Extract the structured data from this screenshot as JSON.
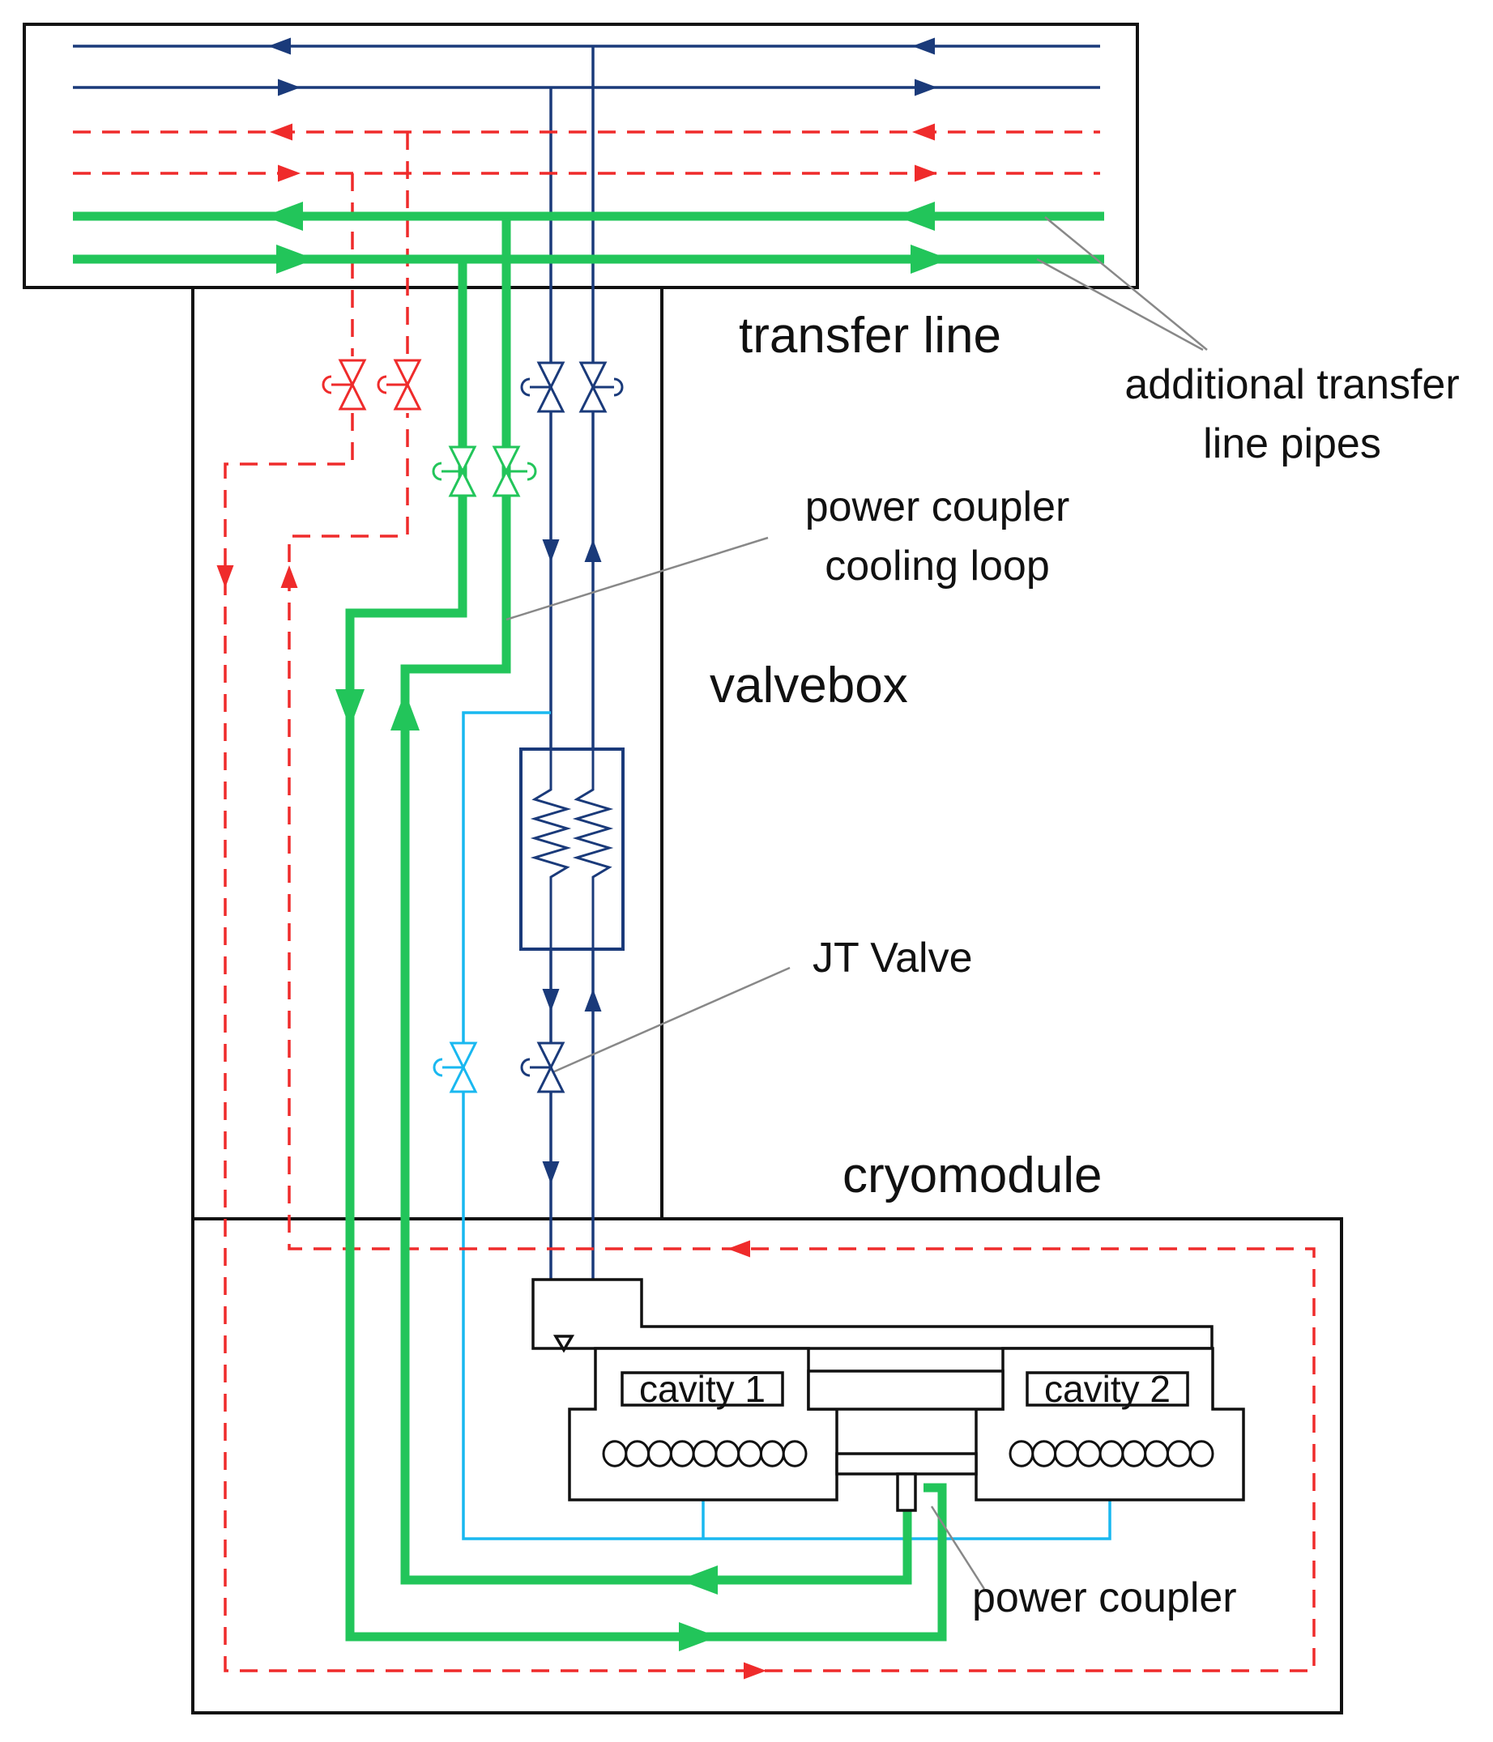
{
  "colors": {
    "dark_blue": "#1a3a7a",
    "light_blue": "#19b8f0",
    "red": "#ef2b2b",
    "green": "#22c55a",
    "outline": "#111111",
    "leader": "#888888"
  },
  "labels": {
    "transfer_line": "transfer line",
    "additional_pipes_1": "additional transfer",
    "additional_pipes_2": "line pipes",
    "power_coupler_loop_1": "power coupler",
    "power_coupler_loop_2": "cooling loop",
    "valvebox": "valvebox",
    "jt_valve": "JT Valve",
    "cryomodule": "cryomodule",
    "power_coupler": "power coupler",
    "cavity_1": "cavity 1",
    "cavity_2": "cavity 2"
  },
  "icons": [
    "valve-icon",
    "heat-exchanger-icon",
    "cavity-cells-icon",
    "flow-arrow-icon"
  ]
}
